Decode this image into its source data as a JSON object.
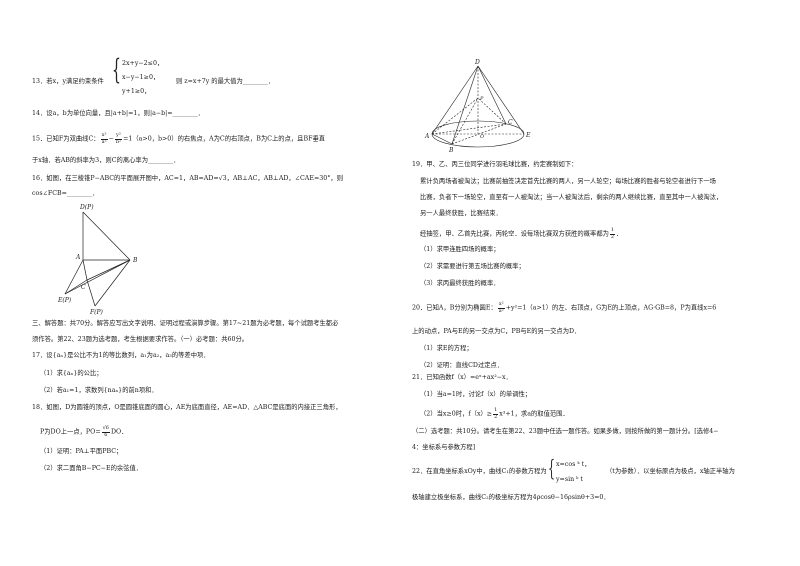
{
  "left": {
    "q13": {
      "prefix": "13．若x，y满足约束条件",
      "sys": [
        "2x+y−2≤0，",
        "x−y−1≥0，",
        "y+1≥0，"
      ],
      "suffix": "则 z=x+7y 的最大值为________．"
    },
    "q14": "14．设a，b为单位向量，且|a+b|=1，则|a−b|=________．",
    "q15": {
      "a": "15．已知F为双曲线C：",
      "f1n": "x²",
      "f1d": "a²",
      "minus": "−",
      "f2n": "y²",
      "f2d": "b²",
      "b": "=1（a>0，b>0）的右焦点，A为C的右顶点，B为C上的点，且BF垂直",
      "c": "于x轴．若AB的斜率为3，则C的离心率为________．"
    },
    "q16": {
      "a": "16．如图，在三棱锥P−ABC的平面展开图中，AC=1，AB=AD=√3，AB⊥AC，AB⊥AD，∠CAE=30°，则",
      "b": "cos∠FCB=________．"
    },
    "fig16": {
      "labels": [
        "D(P)",
        "A",
        "B",
        "C",
        "E(P)",
        "F(P)"
      ]
    },
    "sec3": [
      "三、解答题：共70分。解答应写出文字说明、证明过程或演算步骤。第17~21题为必考题，每个试题考生都必",
      "须作答。第22、23题为选考题，考生根据要求作答。（一）必考题：共60分。"
    ],
    "q17": [
      "17．设{aₙ}是公比不为1的等比数列，a₁为a₂，a₃的等差中项．",
      "（1）求{aₙ}的公比；",
      "（2）若a₁=1，求数列{naₙ}的前n项和．"
    ],
    "q18": {
      "a": "18．如图，D为圆锥的顶点，O是圆锥底面的圆心，AE为底面直径，AE=AD．△ABC是底面的内接正三角形，",
      "b1": "P为DO上一点，PO=",
      "fn": "√6",
      "fd": "6",
      "b2": "DO．",
      "c": "（1）证明：PA⊥平面PBC；",
      "d": "（2）求二面角B−PC−E的余弦值．"
    }
  },
  "right": {
    "fig18": {
      "labels": [
        "D",
        "P",
        "O",
        "A",
        "B",
        "C",
        "E"
      ]
    },
    "q19": [
      "19．甲、乙、丙三位同学进行羽毛球比赛，约定赛制如下：",
      "累计负两场者被淘汰；比赛前抽签决定首先比赛的两人，另一人轮空；每场比赛的胜者与轮空者进行下一场",
      "比赛，负者下一场轮空，直至有一人被淘汰；当一人被淘汰后，剩余的两人继续比赛，直至其中一人被淘汰，",
      "另一人最终获胜，比赛结束．"
    ],
    "q19b": {
      "a": "经抽签，甲、乙首先比赛，丙轮空．设每场比赛双方获胜的概率都为",
      "fn": "1",
      "fd": "2",
      "b": "．"
    },
    "q19c": [
      "（1）求甲连胜四场的概率；",
      "（2）求需要进行第五场比赛的概率；",
      "（3）求丙最终获胜的概率．"
    ],
    "q20": {
      "a": "20．已知A，B分别为椭圆E：",
      "fn": "x²",
      "fd": "a²",
      "b": "+y²=1（a>1）的左、右顶点，G为E的上顶点，AG·GB=8，P为直线x=6",
      "c": "上的动点，PA与E的另一交点为C，PB与E的另一交点为D．",
      "d": "（1）求E的方程；",
      "e": "（2）证明：直线CD过定点．"
    },
    "q21": {
      "a": "21．已知函数f（x）=eˣ+ax²−x．",
      "b": "（1）当a=1时，讨论f（x）的单调性；",
      "c1": "（2）当x≥0时，f（x）≥",
      "fn": "1",
      "fd": "2",
      "c2": "x³+1，求a的取值范围．"
    },
    "sec2": [
      "（二）选考题：共10分。请考生在第22、23题中任选一题作答。如果多做，则按所做的第一题计分。[选修4−",
      "4：坐标系与参数方程]"
    ],
    "q22": {
      "a": "22．在直角坐标系xOy中，曲线C₁的参数方程为",
      "sys": [
        "x=cos ᵏ t，",
        "y=sin ᵏ t"
      ],
      "b": "（t为参数）．以坐标原点为极点，x轴正半轴为",
      "c": "极轴建立极坐标系，曲线C₂的极坐标方程为4ρcosθ−16ρsinθ+3=0．"
    }
  }
}
